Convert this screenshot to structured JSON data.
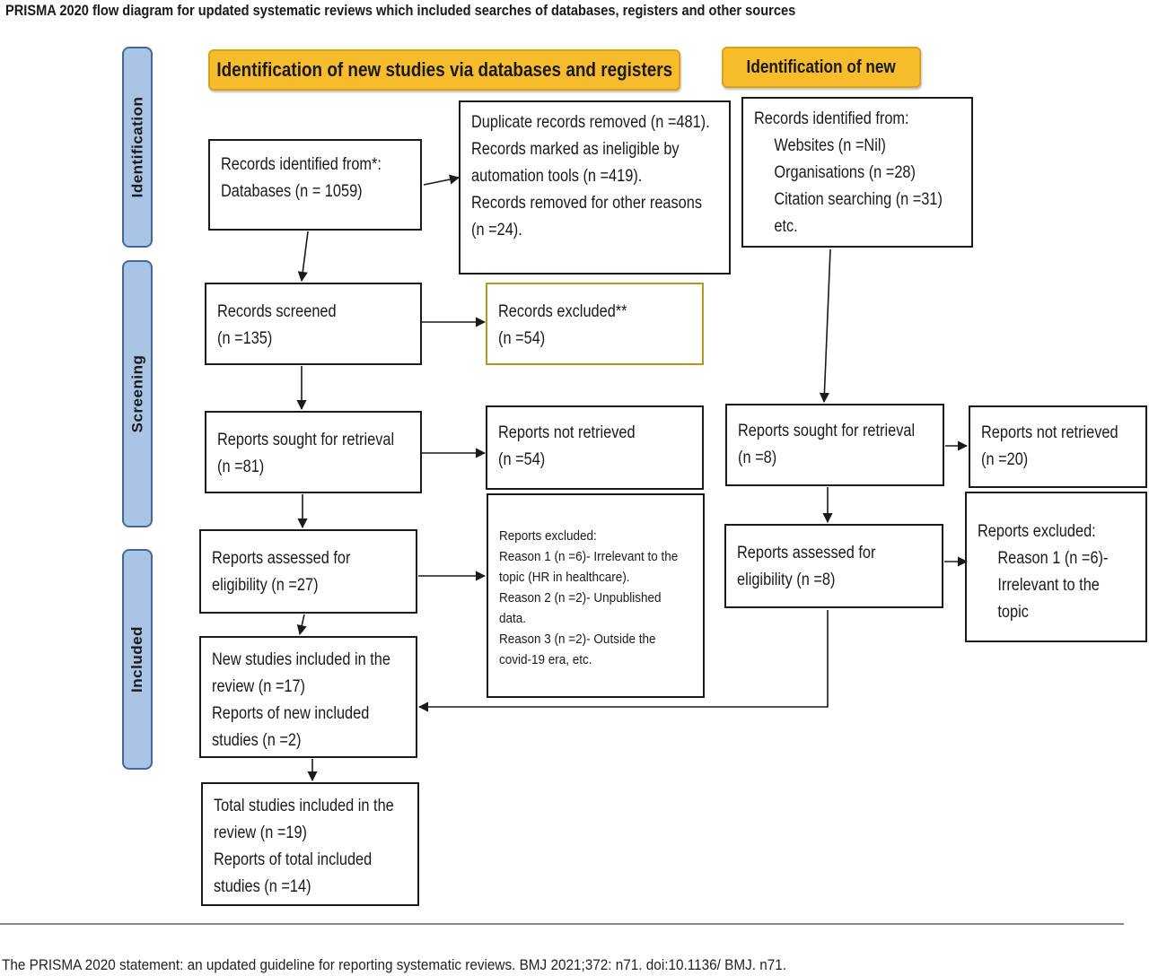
{
  "title": "PRISMA 2020 flow diagram for updated systematic reviews which included searches of databases, registers and other sources",
  "headers": {
    "databases": "Identification of new studies via databases and registers",
    "other": "Identification of new"
  },
  "stages": {
    "identification": "Identification",
    "screening": "Screening",
    "included": "Included"
  },
  "boxes": {
    "records_identified": [
      "Records identified from*:",
      "Databases (n = 1059)"
    ],
    "removed_before_screening": [
      "Duplicate records removed (n =481).",
      "Records marked as ineligible by",
      "automation tools (n =419).",
      "Records removed for other reasons",
      " (n =24)."
    ],
    "other_sources": {
      "heading": "Records identified from:",
      "items": [
        "Websites (n =Nil)",
        "Organisations (n =28)",
        "Citation searching (n =31)",
        "etc."
      ]
    },
    "records_screened": [
      "Records screened",
      "(n =135)"
    ],
    "records_excluded": [
      "Records excluded**",
      "(n =54)"
    ],
    "reports_sought": [
      "Reports sought for retrieval",
      "(n =81)"
    ],
    "reports_not_retrieved": [
      "Reports not retrieved",
      "(n =54)"
    ],
    "other_reports_sought": [
      "Reports sought for retrieval",
      "(n =8)"
    ],
    "other_not_retrieved": [
      "Reports not retrieved",
      "(n =20)"
    ],
    "reports_assessed": [
      "Reports assessed for",
      "eligibility (n =27)"
    ],
    "reports_excluded": [
      "Reports excluded:",
      "Reason 1 (n =6)- Irrelevant to the",
      "topic (HR in healthcare).",
      "Reason 2 (n =2)- Unpublished",
      "data.",
      "Reason 3 (n =2)- Outside the",
      "covid-19 era, etc."
    ],
    "other_assessed": [
      "Reports assessed for",
      "eligibility (n =8)"
    ],
    "other_excluded": {
      "heading": "Reports excluded:",
      "items": [
        "Reason 1 (n =6)-",
        "Irrelevant to the",
        "topic"
      ]
    },
    "new_included": [
      "New studies included in the",
      "review (n =17)",
      "Reports of new included",
      "studies (n =2)"
    ],
    "total_included": [
      "Total studies included in the",
      "review (n =19)",
      "Reports of total included",
      "studies (n =14)"
    ]
  },
  "footer": "The PRISMA 2020 statement: an updated guideline for reporting systematic reviews. BMJ 2021;372: n71. doi:10.1136/ BMJ. n71."
}
